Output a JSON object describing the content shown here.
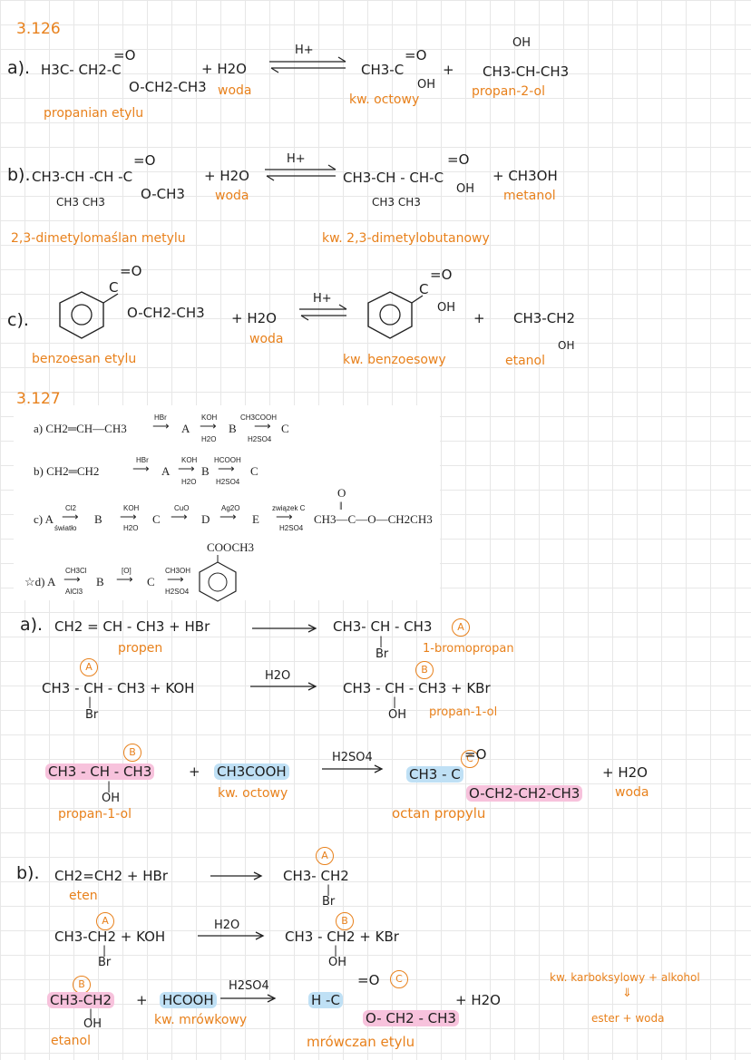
{
  "ex126": {
    "number": "3.126",
    "a": {
      "label": "a).",
      "ester": "H3C- CH2-C",
      "ester2": "O-CH2-CH3",
      "plus_water": "+ H2O",
      "water": "woda",
      "cat": "H+",
      "acid": "CH3-C",
      "acid_oh": "OH",
      "plus": "+",
      "alc": "CH3-CH-CH3",
      "alc_oh": "OH",
      "ester_name": "propanian etylu",
      "acid_name": "kw. octowy",
      "alc_name": "propan-2-ol"
    },
    "b": {
      "label": "b).",
      "ester": "CH3-CH -CH -C",
      "ester_sub": "CH3 CH3",
      "ester2": "O-CH3",
      "plus_water": "+ H2O",
      "water": "woda",
      "cat": "H+",
      "acid": "CH3-CH - CH-C",
      "acid_sub": "CH3 CH3",
      "acid_oh": "OH",
      "alc": "+ CH3OH",
      "alc_name": "metanol",
      "ester_name": "2,3-dimetylomaślan metylu",
      "acid_name": "kw. 2,3-dimetylobutanowy"
    },
    "c": {
      "label": "c).",
      "ester2": "O-CH2-CH3",
      "plus_water": "+ H2O",
      "water": "woda",
      "cat": "H+",
      "acid_oh": "OH",
      "plus": "+",
      "alc": "CH3-CH2",
      "alc_oh": "OH",
      "ester_name": "benzoesan etylu",
      "acid_name": "kw. benzoesowy",
      "alc_name": "etanol"
    }
  },
  "ex127": {
    "number": "3.127",
    "book": {
      "a": "a) CH2═CH—CH3",
      "a_reag": [
        "HBr",
        "KOH",
        "H2O",
        "CH3COOH",
        "H2SO4"
      ],
      "b": "b) CH2═CH2",
      "b_reag": [
        "HBr",
        "KOH",
        "H2O",
        "HCOOH",
        "H2SO4"
      ],
      "c": "c) A",
      "c_reag": [
        "Cl2",
        "światło",
        "KOH",
        "H2O",
        "CuO",
        "Ag2O",
        "związek C",
        "H2SO4"
      ],
      "c_product": "CH3—C—O—CH2CH3",
      "d": "☆d) A",
      "d_reag": [
        "CH3Cl",
        "AlCl3",
        "[O]",
        "CH3OH",
        "H2SO4"
      ],
      "d_product": "COOCH3",
      "letters": {
        "A": "A",
        "B": "B",
        "C": "C",
        "D": "D",
        "E": "E"
      }
    },
    "a": {
      "label": "a).",
      "r1": "CH2 = CH - CH3  +  HBr",
      "p1": "CH3- CH - CH3",
      "br": "Br",
      "p1_name": "1-bromopropan",
      "propen": "propen",
      "r2": "CH3 - CH - CH3  +  KOH",
      "cond2": "H2O",
      "p2": "CH3 - CH - CH3  + KBr",
      "p2_oh": "OH",
      "p2_name": "propan-1-ol",
      "r3_alc": "CH3 - CH - CH3",
      "r3_oh": "OH",
      "r3_plus": "+",
      "r3_acid": "CH3COOH",
      "cond3": "H2SO4",
      "p3_a": "CH3 - C",
      "p3_b": "O-CH2-CH2-CH3",
      "p3_water": "+ H2O",
      "alc_name": "propan-1-ol",
      "acid_name": "kw. octowy",
      "ester_name": "octan propylu",
      "water": "woda"
    },
    "b": {
      "label": "b).",
      "r1": "CH2=CH2  +  HBr",
      "p1": "CH3- CH2",
      "br": "Br",
      "eten": "eten",
      "r2": "CH3-CH2  +  KOH",
      "cond2": "H2O",
      "p2": "CH3 - CH2  + KBr",
      "p2_oh": "OH",
      "r3_alc": "CH3-CH2",
      "r3_oh": "OH",
      "r3_plus": "+",
      "r3_acid": "HCOOH",
      "cond3": "H2SO4",
      "p3_a": "H -C",
      "p3_b": "O- CH2 - CH3",
      "p3_water": "+  H2O",
      "alc_name": "etanol",
      "acid_name": "kw. mrówkowy",
      "ester_name": "mrówczan etylu",
      "note1": "kw. karboksylowy + alkohol",
      "note_arrow": "⇓",
      "note2": "ester + woda"
    }
  },
  "circles": {
    "A": "A",
    "B": "B",
    "C": "C"
  }
}
